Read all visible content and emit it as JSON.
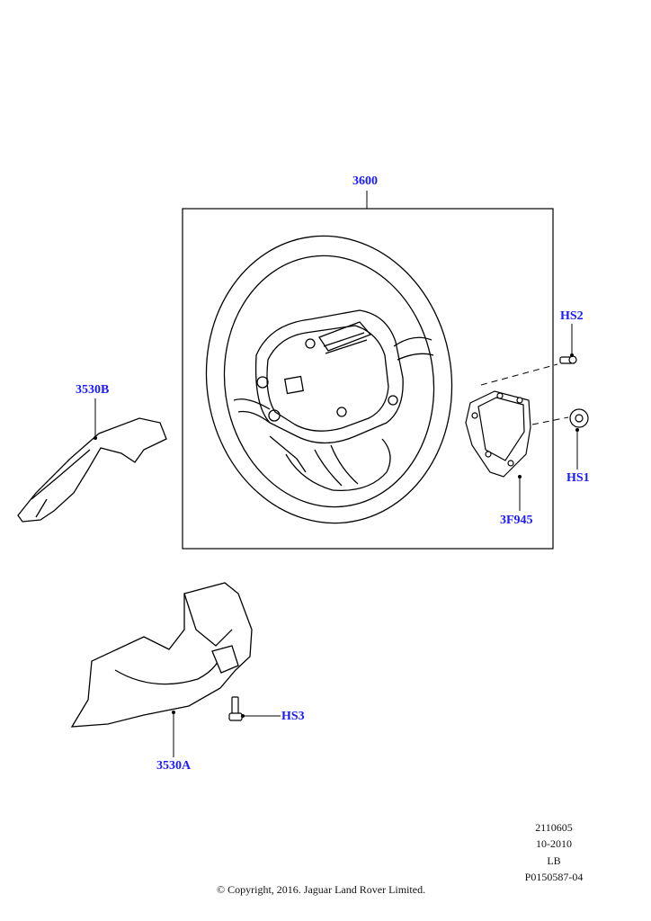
{
  "callouts": {
    "steering_wheel": "3600",
    "hs2": "HS2",
    "hs1": "HS1",
    "module": "3F945",
    "upper_shroud": "3530B",
    "lower_shroud": "3530A",
    "hs3": "HS3"
  },
  "footer": {
    "ref1": "2110605",
    "ref2": "10-2010",
    "ref3": "LB",
    "ref4": "P0150587-04",
    "copyright": "© Copyright, 2016. Jaguar Land Rover Limited."
  },
  "colors": {
    "callout": "#1a1aff",
    "line": "#000000"
  }
}
